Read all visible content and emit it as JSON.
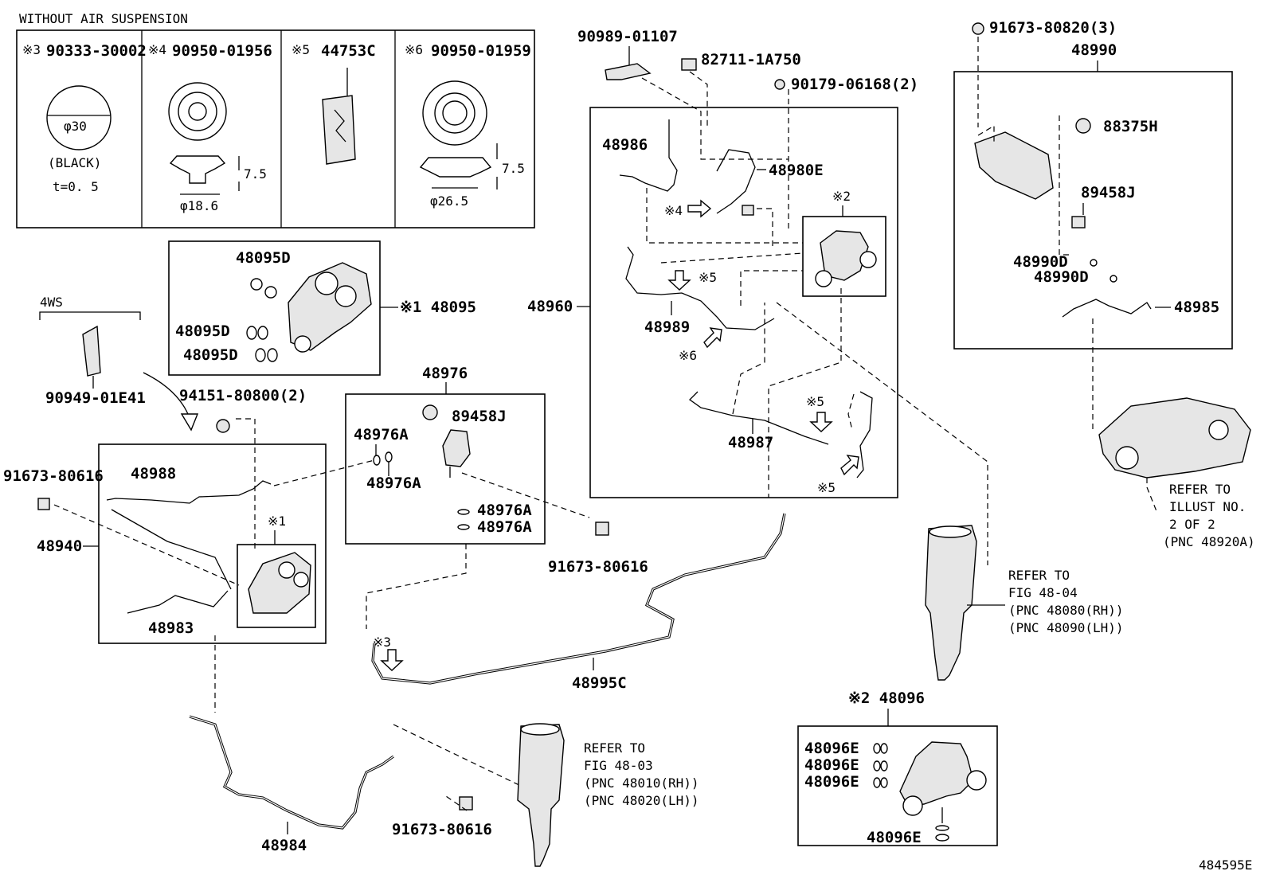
{
  "header": {
    "title": "WITHOUT AIR SUSPENSION"
  },
  "insets": [
    {
      "mark": "※3",
      "part": "90333-30002",
      "dia": "φ30",
      "note1": "(BLACK)",
      "note2": "t=0. 5"
    },
    {
      "mark": "※4",
      "part": "90950-01956",
      "height": "7.5",
      "dia": "φ18.6"
    },
    {
      "mark": "※5",
      "part": "44753C"
    },
    {
      "mark": "※6",
      "part": "90950-01959",
      "height": "7.5",
      "dia": "φ26.5"
    }
  ],
  "section_4ws": "4WS",
  "parts": {
    "p48095D_a": "48095D",
    "p48095D_b": "48095D",
    "p48095D_c": "48095D",
    "p48095": "※1 48095",
    "p90949": "90949-01E41",
    "p94151": "94151-80800(2)",
    "p91673_a": "91673-80616",
    "p48988": "48988",
    "p48940": "48940",
    "p48983": "48983",
    "m1": "※1",
    "p48976": "48976",
    "p89458J_a": "89458J",
    "p48976A_a": "48976A",
    "p48976A_b": "48976A",
    "p48976A_c": "48976A",
    "p48976A_d": "48976A",
    "p91673_b": "91673-80616",
    "p90989": "90989-01107",
    "p82711": "82711-1A750",
    "p90179": "90179-06168(2)",
    "p48986": "48986",
    "p48980E": "48980E",
    "m4": "※4",
    "m2_a": "※2",
    "m5_a": "※5",
    "p48960": "48960",
    "p48989": "48989",
    "m6": "※6",
    "m5_b": "※5",
    "p48987": "48987",
    "m5_c": "※5",
    "p91673_c": "91673-80820(3)",
    "p48990": "48990",
    "p88375H": "88375H",
    "p89458J_b": "89458J",
    "p48990D_a": "48990D",
    "p48990D_b": "48990D",
    "p48985": "48985",
    "m3": "※3",
    "p48995C": "48995C",
    "p48984": "48984",
    "p91673_d": "91673-80616",
    "p48096": "※2 48096",
    "p48096E_a": "48096E",
    "p48096E_b": "48096E",
    "p48096E_c": "48096E",
    "p48096E_d": "48096E"
  },
  "refs": {
    "illust": [
      "REFER TO",
      "ILLUST NO.",
      "2 OF 2",
      "(PNC 48920A)"
    ],
    "fig4804": [
      "REFER TO",
      "FIG 48-04",
      "(PNC 48080(RH))",
      "(PNC 48090(LH))"
    ],
    "fig4803": [
      "REFER TO",
      "FIG 48-03",
      "(PNC 48010(RH))",
      "(PNC 48020(LH))"
    ]
  },
  "figure_id": "484595E"
}
